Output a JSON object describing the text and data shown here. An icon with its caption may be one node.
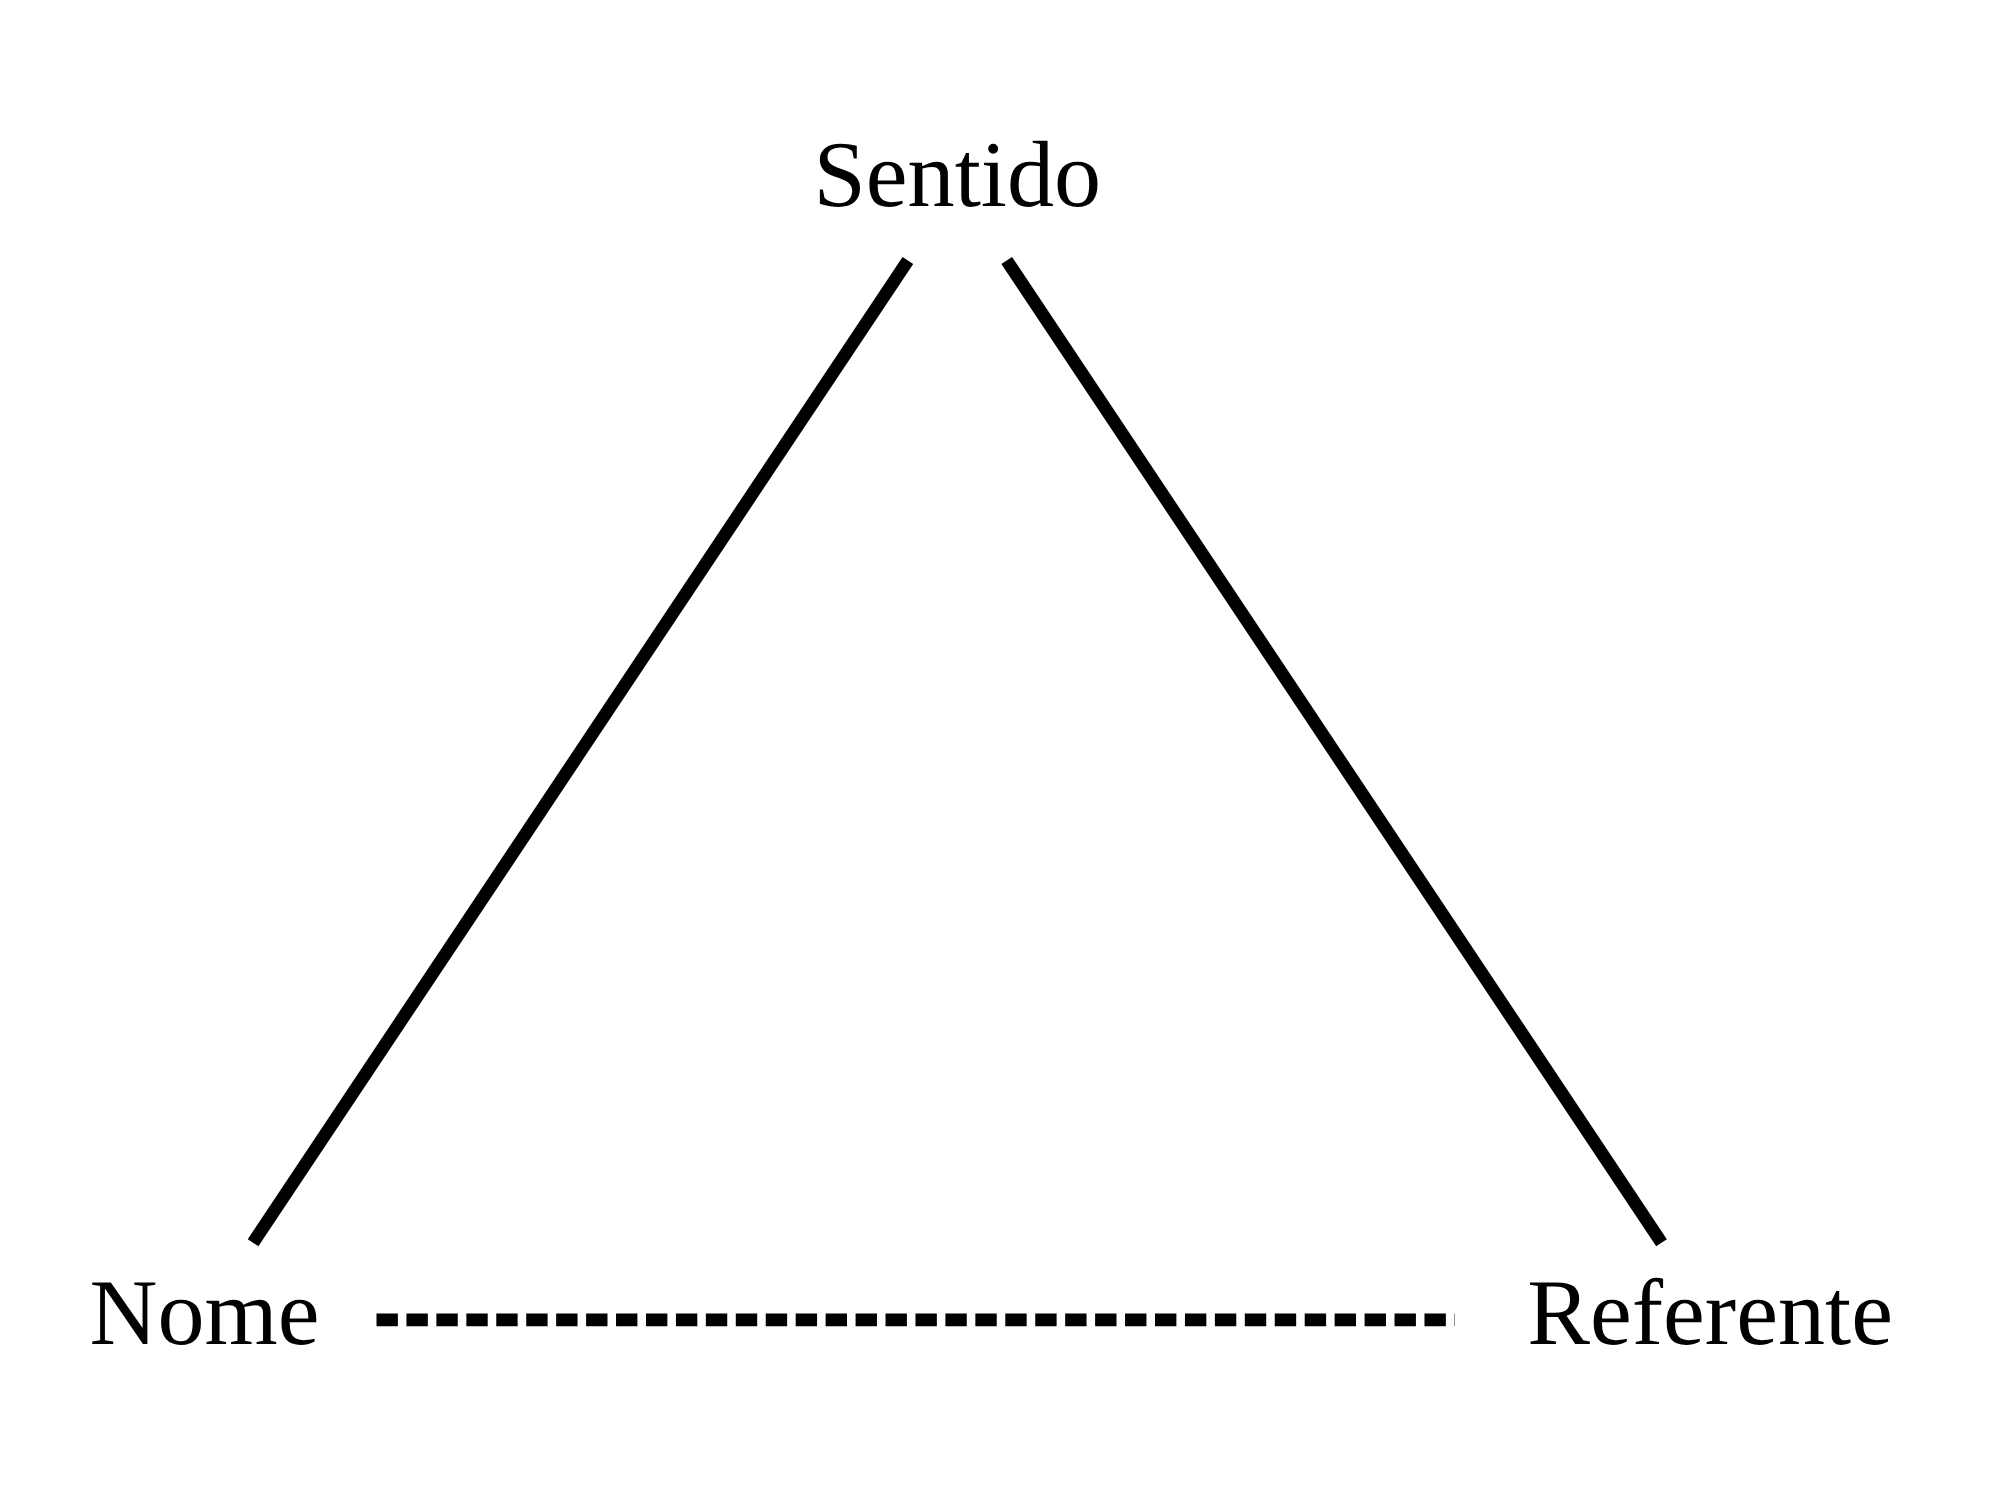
{
  "diagram": {
    "nodes": [
      {
        "text": [
          "Sentido"
        ]
      },
      {
        "text": [
          "Nome"
        ]
      },
      {
        "text": [
          "Referente"
        ]
      }
    ],
    "edges": [
      {
        "from": 0,
        "to": 1,
        "arrow": "none"
      },
      {
        "from": 0,
        "to": 2,
        "arrow": "none"
      },
      {
        "from": 1,
        "to": 2,
        "arrow": "none",
        "style": "dashed"
      }
    ]
  }
}
